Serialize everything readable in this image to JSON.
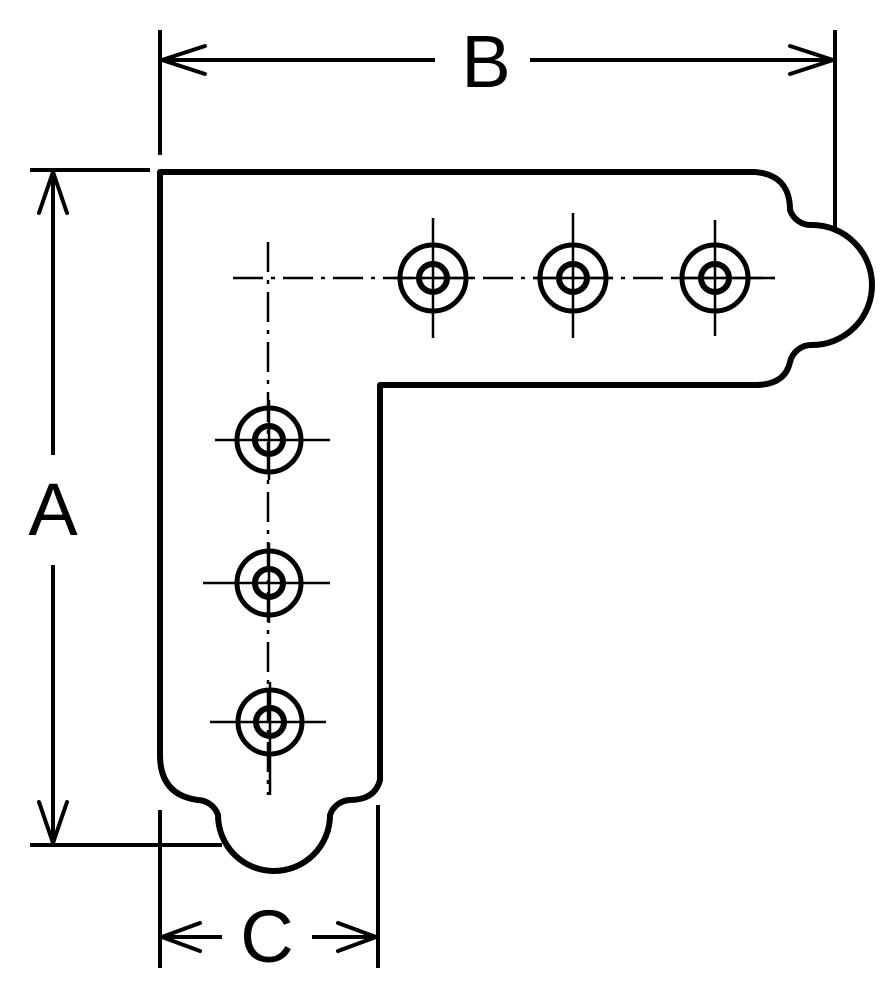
{
  "dimensions": {
    "a_label": "A",
    "b_label": "B",
    "c_label": "C"
  },
  "holes": {
    "horizontal_leg_count": 3,
    "vertical_leg_count": 3
  }
}
